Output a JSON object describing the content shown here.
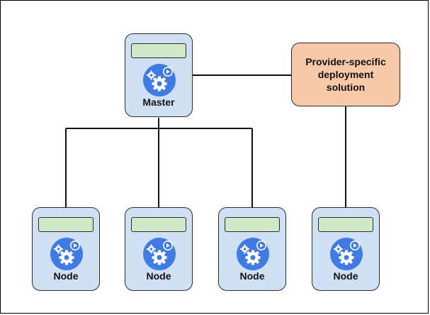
{
  "diagram": {
    "master": {
      "label": "Master",
      "icon": "gear-play-icon"
    },
    "provider": {
      "label": "Provider-specific deployment solution"
    },
    "nodes": [
      {
        "label": "Node",
        "icon": "gear-play-icon"
      },
      {
        "label": "Node",
        "icon": "gear-play-icon"
      },
      {
        "label": "Node",
        "icon": "gear-play-icon"
      },
      {
        "label": "Node",
        "icon": "gear-play-icon"
      }
    ]
  },
  "colors": {
    "server_fill": "#cfe0f3",
    "slot_fill": "#cfe8c8",
    "provider_fill": "#f8c8a8",
    "icon_blue": "#3f7be6",
    "line": "#111111"
  }
}
